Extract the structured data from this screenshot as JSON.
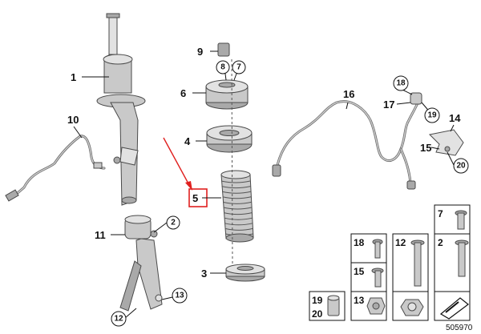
{
  "callouts": {
    "1": "1",
    "2": "2",
    "3": "3",
    "4": "4",
    "5": "5",
    "6": "6",
    "7": "7",
    "8": "8",
    "9": "9",
    "10": "10",
    "11": "11",
    "12": "12",
    "13": "13",
    "14": "14",
    "15": "15",
    "16": "16",
    "17": "17",
    "18": "18",
    "19": "19",
    "20": "20"
  },
  "grid_labels": {
    "c7": "7",
    "c18": "18",
    "c12": "12",
    "c2": "2",
    "c15": "15",
    "c19": "19",
    "c20": "20",
    "c13": "13"
  },
  "doc_number": "505970",
  "colors": {
    "highlight": "#e0201f",
    "arrow": "#e0201f"
  }
}
